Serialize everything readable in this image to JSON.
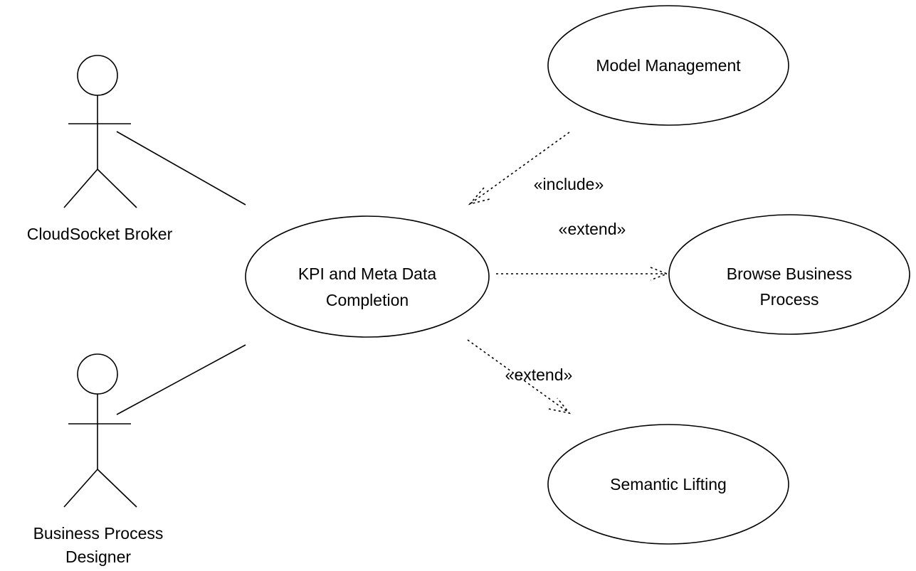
{
  "actors": [
    {
      "id": "broker",
      "lines": [
        "CloudSocket Broker"
      ]
    },
    {
      "id": "designer",
      "lines": [
        "Business Process",
        "Designer"
      ]
    }
  ],
  "use_cases": [
    {
      "id": "kpi",
      "lines": [
        "KPI and Meta Data",
        "Completion"
      ]
    },
    {
      "id": "model",
      "lines": [
        "Model Management"
      ]
    },
    {
      "id": "browse",
      "lines": [
        "Browse Business",
        "Process"
      ]
    },
    {
      "id": "semantic",
      "lines": [
        "Semantic Lifting"
      ]
    }
  ],
  "relations": [
    {
      "id": "include",
      "label": "«include»"
    },
    {
      "id": "extend_browse",
      "label": "«extend»"
    },
    {
      "id": "extend_semantic",
      "label": "«extend»"
    }
  ]
}
